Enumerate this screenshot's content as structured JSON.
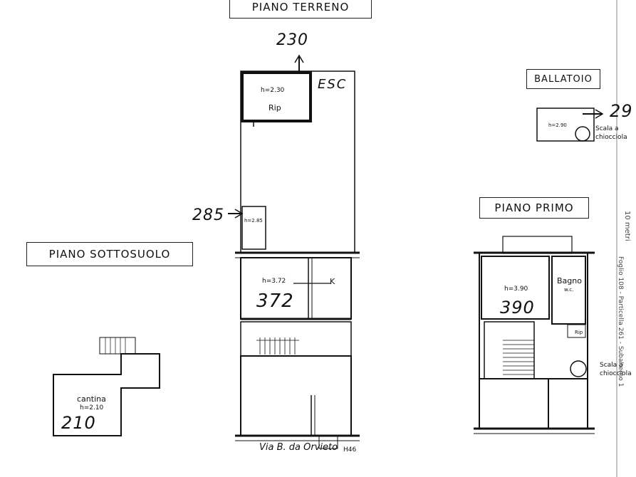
{
  "titles": {
    "piano_terreno": "PIANO TERRENO",
    "ballatoio": "BALLATOIO",
    "piano_primo": "PIANO PRIMO",
    "piano_sottosuolo": "PIANO SOTTOSUOLO"
  },
  "piano_terreno": {
    "top_height": "230",
    "esc": "ESC",
    "rip_height": "h=2.30",
    "rip": "Rip",
    "side_height": "285",
    "small_room_height": "h=2.85",
    "main_room_height": "h=3.72",
    "main_big": "372",
    "main_mark": "K",
    "street_number": "H46",
    "street": "Via B. da Orvieto"
  },
  "ballatoio": {
    "height_big": "29",
    "height_small": "h=2.90",
    "stair_label_1": "Scala a",
    "stair_label_2": "chiocciola"
  },
  "piano_primo": {
    "room_height": "h=3.90",
    "room_big": "390",
    "bagno": "Bagno",
    "wc": "w.c.",
    "rip": "Rip",
    "stair_label_1": "Scala a",
    "stair_label_2": "chiocciola"
  },
  "piano_sottosuolo": {
    "cantina": "cantina",
    "height": "h=2.10",
    "big": "210"
  },
  "margin_notes": {
    "scale": "10 metri",
    "ref": "Foglio 108 - Particella 261 - Subalterno 1"
  }
}
